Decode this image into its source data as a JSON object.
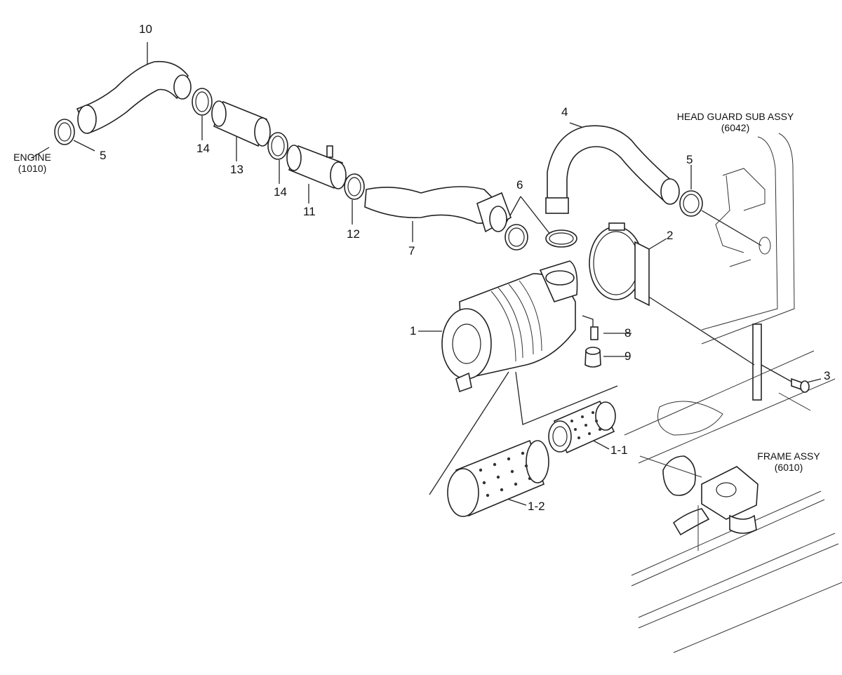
{
  "callouts": {
    "c10": "10",
    "c14a": "14",
    "c13": "13",
    "c14b": "14",
    "c11": "11",
    "c12": "12",
    "c7": "7",
    "c6": "6",
    "c4": "4",
    "c5a": "5",
    "c5b": "5",
    "c2": "2",
    "c1": "1",
    "c8": "8",
    "c9": "9",
    "c3": "3",
    "c11b": "1-1",
    "c12b": "1-2"
  },
  "refs": {
    "engine_name": "ENGINE",
    "engine_code": "(1010)",
    "headguard_name": "HEAD GUARD SUB ASSY",
    "headguard_code": "(6042)",
    "frame_name": "FRAME ASSY",
    "frame_code": "(6010)"
  }
}
